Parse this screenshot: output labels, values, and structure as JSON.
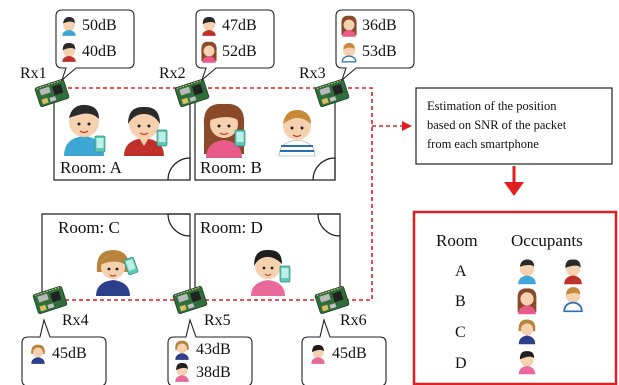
{
  "receivers": [
    {
      "label": "Rx1",
      "readings": [
        "50dB",
        "40dB"
      ]
    },
    {
      "label": "Rx2",
      "readings": [
        "47dB",
        "52dB"
      ]
    },
    {
      "label": "Rx3",
      "readings": [
        "36dB",
        "53dB"
      ]
    },
    {
      "label": "Rx4",
      "readings": [
        "45dB"
      ]
    },
    {
      "label": "Rx5",
      "readings": [
        "43dB",
        "38dB"
      ]
    },
    {
      "label": "Rx6",
      "readings": [
        "45dB"
      ]
    }
  ],
  "rooms": [
    {
      "label": "Room: A"
    },
    {
      "label": "Room: B"
    },
    {
      "label": "Room: C"
    },
    {
      "label": "Room: D"
    }
  ],
  "estimation": {
    "lines": [
      "Estimation of the position",
      "based on SNR of the packet",
      "from each smartphone"
    ]
  },
  "result_table": {
    "header_room": "Room",
    "header_occupants": "Occupants",
    "rows": [
      {
        "room": "A",
        "occupants": [
          "person-1",
          "person-2"
        ]
      },
      {
        "room": "B",
        "occupants": [
          "person-3",
          "person-4"
        ]
      },
      {
        "room": "C",
        "occupants": [
          "person-5"
        ]
      },
      {
        "room": "D",
        "occupants": [
          "person-6"
        ]
      }
    ]
  },
  "colors": {
    "accent": "#e02020",
    "board": "#2f6d3a"
  }
}
